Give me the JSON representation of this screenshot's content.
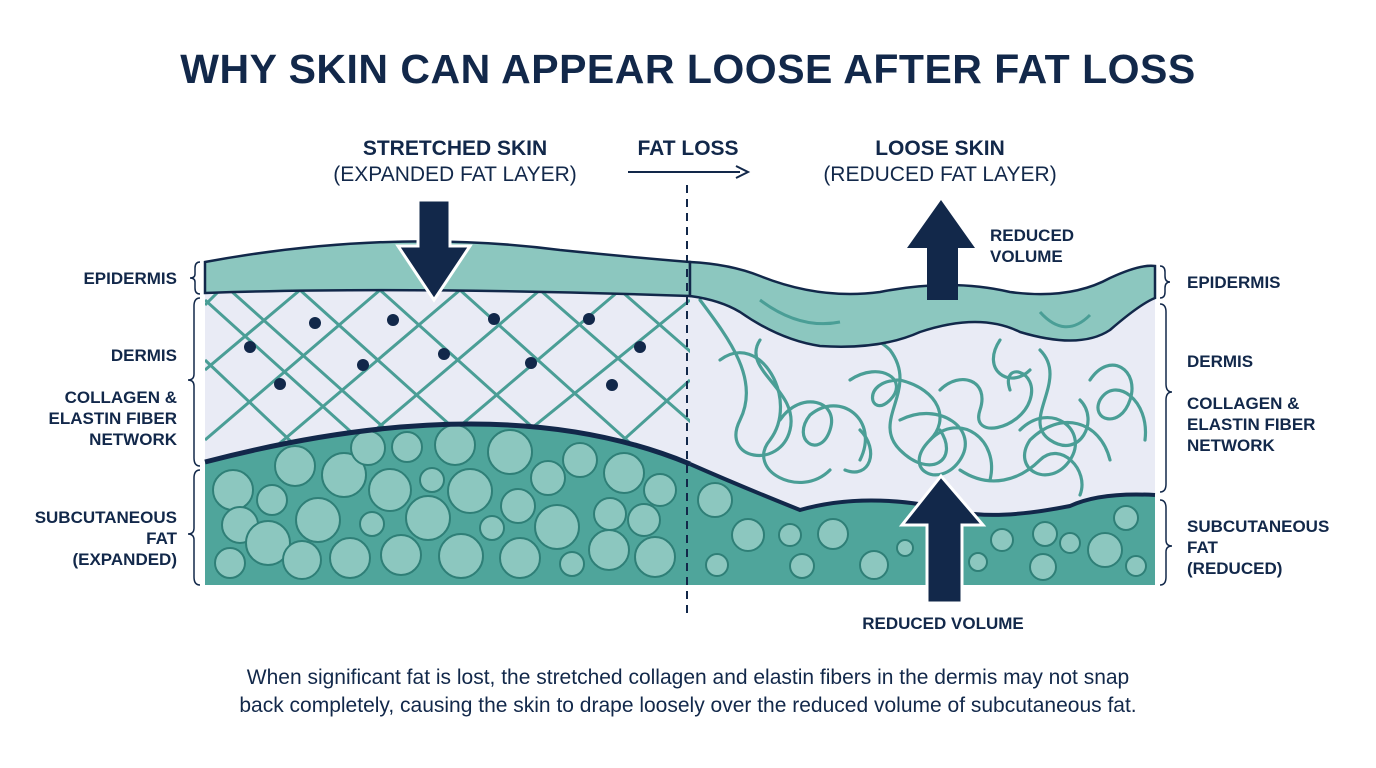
{
  "title": "WHY SKIN CAN APPEAR LOOSE AFTER FAT LOSS",
  "left_header": {
    "main": "STRETCHED SKIN",
    "sub": "(EXPANDED FAT LAYER)"
  },
  "middle_header": {
    "main": "FAT LOSS"
  },
  "right_header": {
    "main": "LOOSE SKIN",
    "sub": "(REDUCED FAT LAYER)"
  },
  "left_labels": {
    "epidermis": "EPIDERMIS",
    "dermis": "DERMIS",
    "fiber": [
      "COLLAGEN &",
      "ELASTIN FIBER",
      "NETWORK"
    ],
    "fat": [
      "SUBCUTANEOUS",
      "FAT",
      "(EXPANDED)"
    ]
  },
  "right_labels": {
    "epidermis": "EPIDERMIS",
    "dermis": "DERMIS",
    "fiber": [
      "COLLAGEN &",
      "ELASTIN FIBER",
      "NETWORK"
    ],
    "fat": [
      "SUBCUTANEOUS",
      "FAT",
      "(REDUCED)"
    ]
  },
  "annotations": {
    "reduced_volume_top": [
      "REDUCED",
      "VOLUME"
    ],
    "reduced_volume_bottom": "REDUCED VOLUME"
  },
  "caption": [
    "When significant fat is lost, the stretched collagen and elastin fibers in the dermis may not snap",
    "back completely, causing the skin to drape loosely over the reduced volume of subcutaneous fat."
  ],
  "colors": {
    "navy": "#12284a",
    "teal": "#4a9e96",
    "teal_light": "#8cc7bf",
    "fat_fill": "#4fa59b",
    "dermis_fill": "#e9ebf5"
  }
}
